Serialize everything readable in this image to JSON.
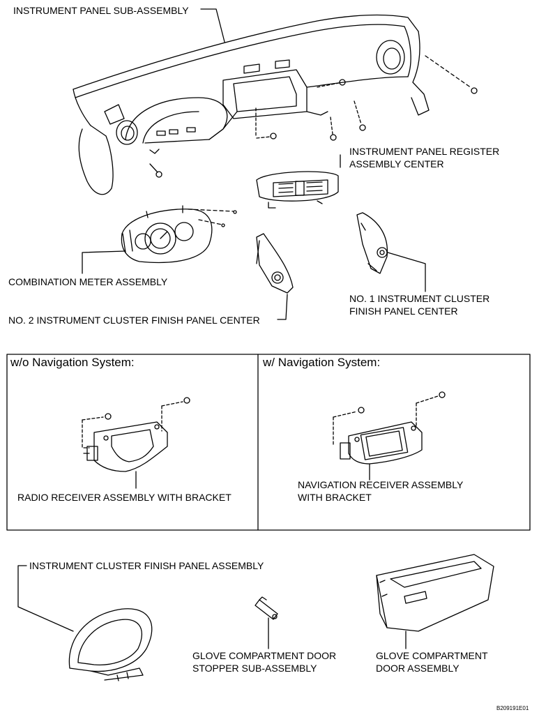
{
  "labels": {
    "instrument_panel_sub_assembly": "INSTRUMENT PANEL SUB-ASSEMBLY",
    "register_center_line1": "INSTRUMENT PANEL REGISTER",
    "register_center_line2": "ASSEMBLY CENTER",
    "combination_meter": "COMBINATION METER ASSEMBLY",
    "no1_finish_line1": "NO. 1 INSTRUMENT CLUSTER",
    "no1_finish_line2": "FINISH PANEL CENTER",
    "no2_finish": "NO. 2 INSTRUMENT CLUSTER FINISH PANEL CENTER",
    "radio_receiver": "RADIO RECEIVER ASSEMBLY WITH BRACKET",
    "nav_receiver_line1": "NAVIGATION RECEIVER ASSEMBLY",
    "nav_receiver_line2": "WITH BRACKET",
    "cluster_finish_panel": "INSTRUMENT CLUSTER FINISH PANEL ASSEMBLY",
    "glove_stopper_line1": "GLOVE COMPARTMENT DOOR",
    "glove_stopper_line2": "STOPPER SUB-ASSEMBLY",
    "glove_door_line1": "GLOVE COMPARTMENT",
    "glove_door_line2": "DOOR ASSEMBLY"
  },
  "boxes": {
    "without_nav": "w/o Navigation System:",
    "with_nav": "w/ Navigation System:"
  },
  "figure_code": "B209191E01"
}
